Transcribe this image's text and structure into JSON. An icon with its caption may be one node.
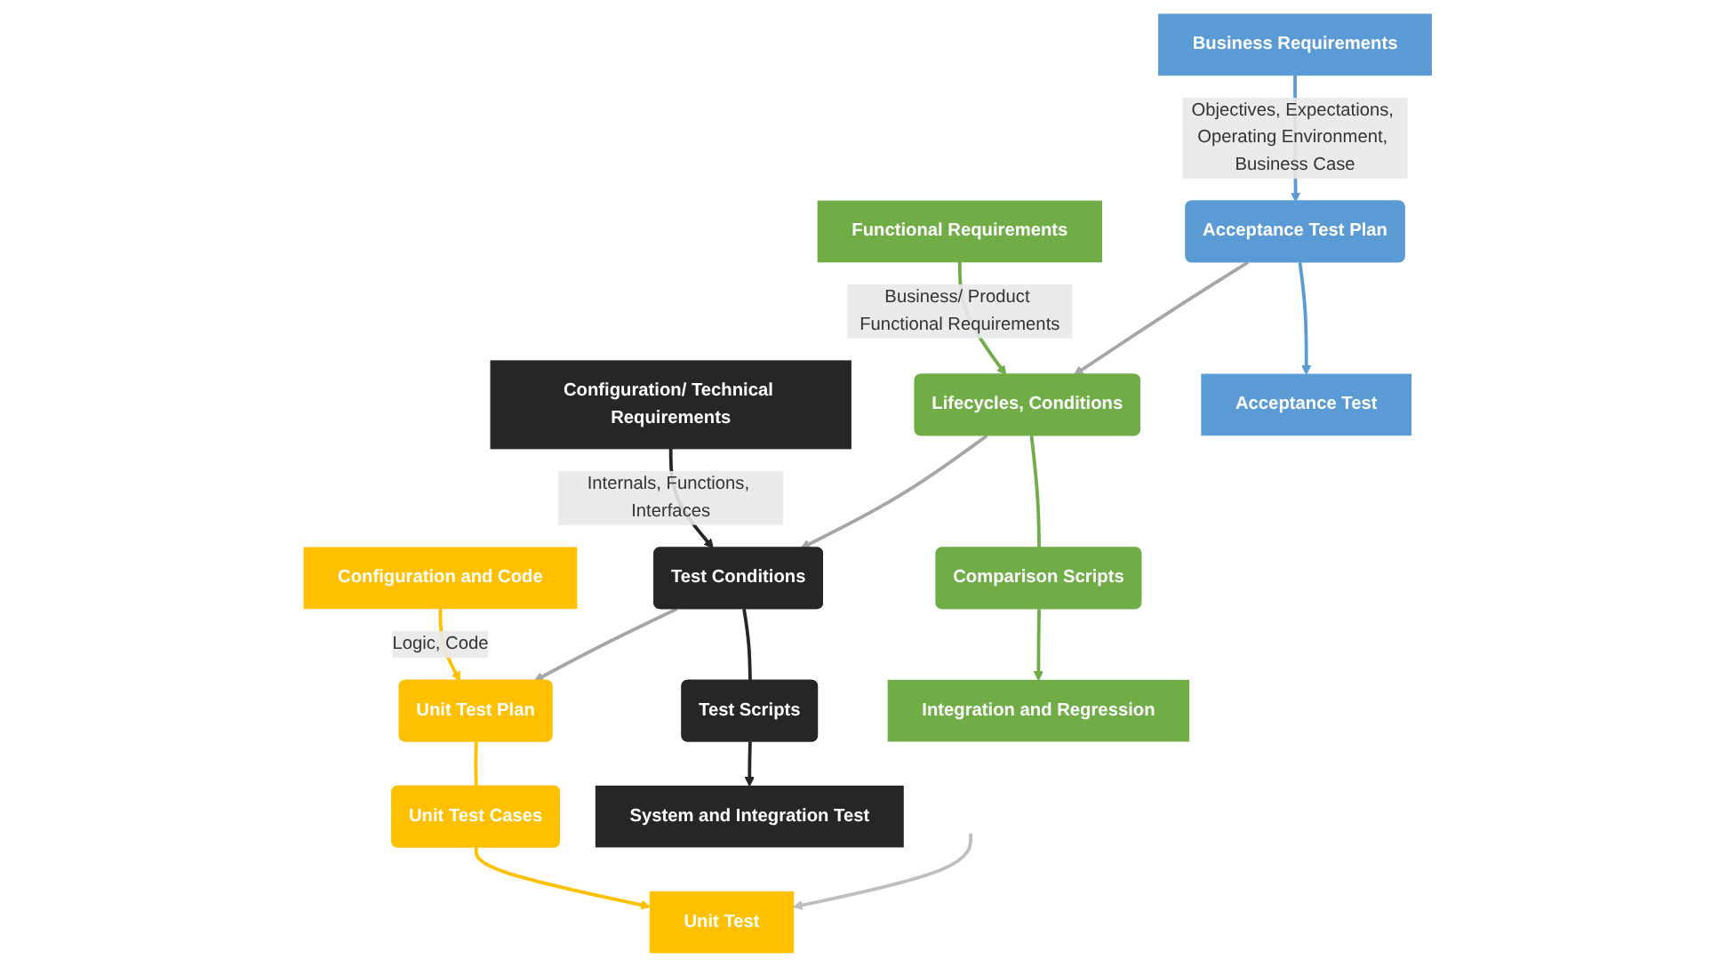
{
  "diagram": {
    "nodes": [
      {
        "text": [
          "Business Requirements"
        ]
      },
      {
        "text": [
          "Functional Requirements"
        ]
      },
      {
        "text": [
          "Configuration/ Technical Requirements"
        ]
      },
      {
        "text": [
          "Configuration and Code"
        ]
      },
      {
        "text": [
          "Acceptance Test Plan"
        ]
      },
      {
        "text": [
          "Lifecycles, Conditions"
        ]
      },
      {
        "text": [
          "Comparison Scripts"
        ]
      },
      {
        "text": [
          "Test Conditions"
        ]
      },
      {
        "text": [
          "Test Scripts"
        ]
      },
      {
        "text": [
          "Unit Test Plan"
        ]
      },
      {
        "text": [
          "Unit Test Cases"
        ]
      },
      {
        "text": [
          "Unit Test"
        ]
      },
      {
        "text": [
          "System and Integration Test"
        ]
      },
      {
        "text": [
          "Integration and Regression"
        ]
      },
      {
        "text": [
          "Acceptance Test"
        ]
      }
    ],
    "edges": [
      {
        "from": 0,
        "to": 4,
        "arrow": "to",
        "label": "Objectives, Expectations, Operating Environment, Business Case",
        "color": "#5b9bd5"
      },
      {
        "from": 1,
        "to": 5,
        "arrow": "to",
        "label": "Business/ Product Functional Requirements",
        "color": "#70ad47"
      },
      {
        "from": 2,
        "to": 7,
        "arrow": "to",
        "label": "Internals, Functions, Interfaces",
        "color": "#262626"
      },
      {
        "from": 3,
        "to": 9,
        "arrow": "to",
        "label": "Logic, Code",
        "color": "#ffc000"
      },
      {
        "from": 4,
        "to": 5,
        "arrow": "to",
        "color": "#a6a6a6"
      },
      {
        "from": 5,
        "to": 7,
        "arrow": "to",
        "color": "#a6a6a6"
      },
      {
        "from": 7,
        "to": 9,
        "arrow": "to",
        "color": "#a6a6a6"
      },
      {
        "from": 5,
        "to": 6,
        "arrow": "none",
        "color": "#70ad47"
      },
      {
        "from": 7,
        "to": 8,
        "arrow": "none",
        "color": "#262626"
      },
      {
        "from": 9,
        "to": 10,
        "arrow": "none",
        "color": "#ffc000"
      },
      {
        "from": 4,
        "to": 14,
        "arrow": "to",
        "color": "#5b9bd5"
      },
      {
        "from": 6,
        "to": 13,
        "arrow": "to",
        "color": "#70ad47"
      },
      {
        "from": 8,
        "to": 12,
        "arrow": "to",
        "color": "#262626"
      },
      {
        "from": 10,
        "to": 11,
        "arrow": "to",
        "color": "#ffc000"
      },
      {
        "from": null,
        "to": 11,
        "arrow": "to",
        "color": "#bfbfbf"
      }
    ]
  }
}
